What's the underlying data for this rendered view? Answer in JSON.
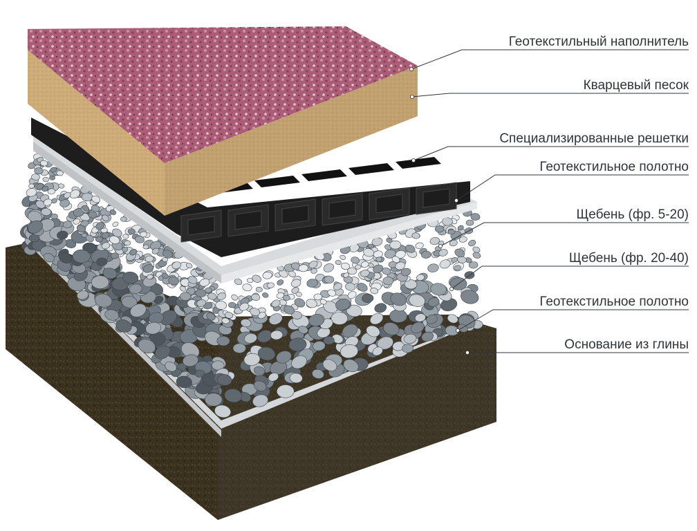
{
  "labels": [
    {
      "id": "geotextile-filler",
      "text": "Геотекстильный наполнитель"
    },
    {
      "id": "quartz-sand",
      "text": "Кварцевый песок"
    },
    {
      "id": "special-grids",
      "text": "Специализированные решетки"
    },
    {
      "id": "geotextile-sheet-upper",
      "text": "Геотекстильное полотно"
    },
    {
      "id": "gravel-5-20",
      "text": "Щебень (фр. 5-20)"
    },
    {
      "id": "gravel-20-40",
      "text": "Щебень (фр. 20-40)"
    },
    {
      "id": "geotextile-sheet-lower",
      "text": "Геотекстильное полотно"
    },
    {
      "id": "clay-base",
      "text": "Основание из глины"
    }
  ],
  "colors": {
    "filler": "#a8506e",
    "sand": "#cfae7c",
    "grid": "#1c1c1c",
    "geotextile": "#d9dcdd",
    "gravel_light": "#c7ccd1",
    "gravel_dark": "#6f7880",
    "clay": "#3c3220",
    "leader": "#2f3438"
  }
}
